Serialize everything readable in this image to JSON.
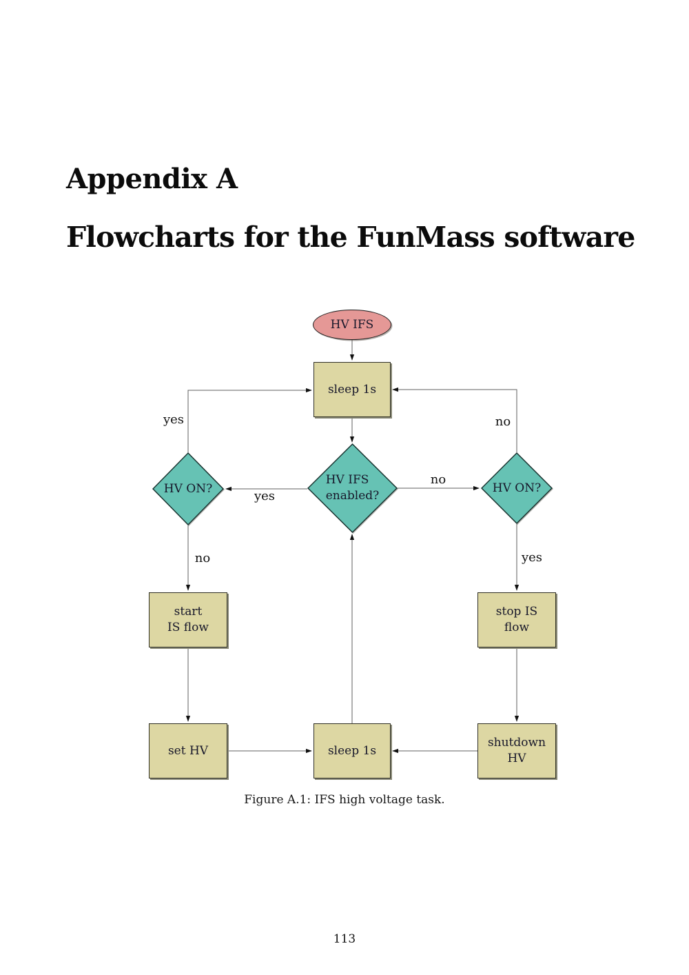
{
  "page": {
    "appendix_heading": "Appendix A",
    "chapter_heading": "Flowcharts for the FunMass software",
    "page_number": "113"
  },
  "figure": {
    "caption": "Figure A.1: IFS high voltage task.",
    "colors": {
      "terminal_fill": "#e59896",
      "decision_fill": "#66c2b4",
      "process_fill": "#ddd7a3",
      "connector_stroke": "#5f5f5f"
    },
    "nodes": {
      "hv_ifs": "HV IFS",
      "sleep_top": "sleep 1s",
      "hv_on_left": "HV ON?",
      "hv_ifs_enabled": "HV IFS\nenabled?",
      "hv_on_right": "HV ON?",
      "start_is_flow": "start\nIS flow",
      "stop_is_flow": "stop IS\nflow",
      "set_hv": "set HV",
      "sleep_bottom": "sleep 1s",
      "shutdown_hv": "shutdown\nHV"
    },
    "edge_labels": {
      "left_return_yes": "yes",
      "right_return_no": "no",
      "center_to_left_yes": "yes",
      "center_to_right_no": "no",
      "left_down_no": "no",
      "right_down_yes": "yes"
    }
  }
}
